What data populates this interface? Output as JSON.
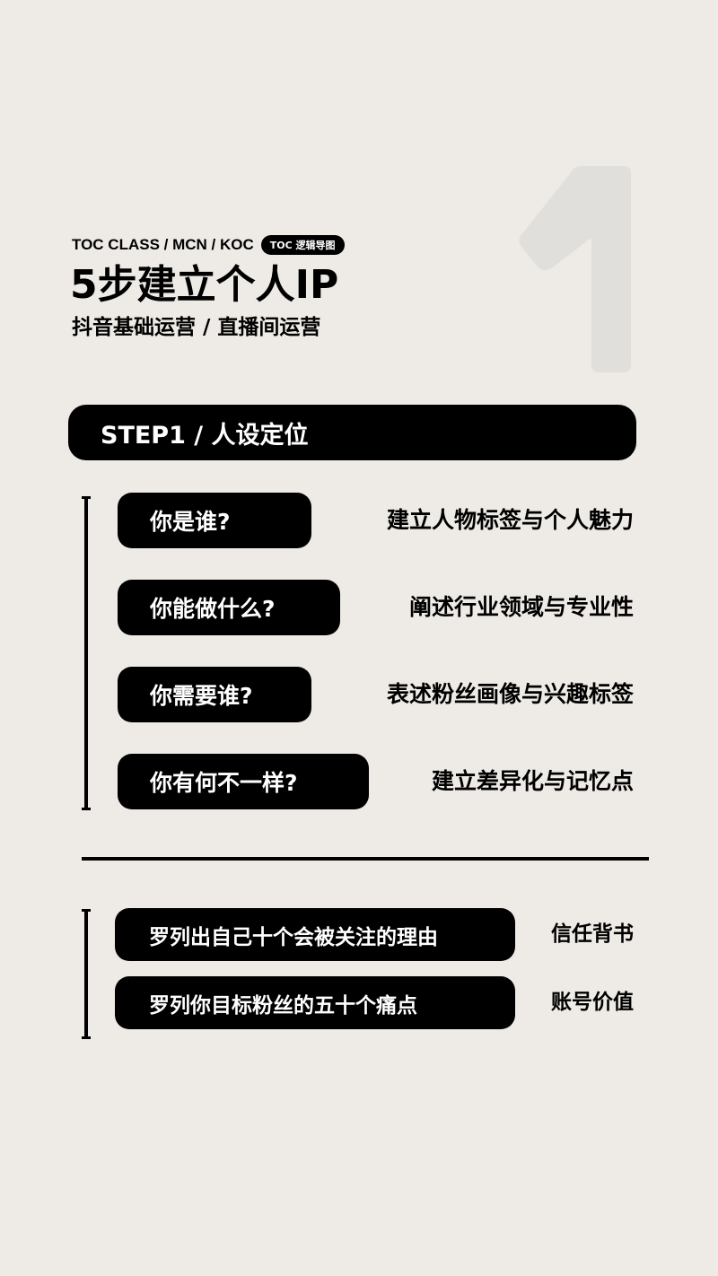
{
  "header": {
    "kicker": "TOC CLASS / MCN / KOC",
    "badge": "TOC 逻辑导图",
    "title": "5步建立个人IP",
    "subtitle": "抖音基础运营 / 直播间运营",
    "step_number": "1"
  },
  "step": {
    "label": "STEP1 / 人设定位"
  },
  "questions": [
    {
      "q": "你是谁?",
      "a": "建立人物标签与个人魅力"
    },
    {
      "q": "你能做什么?",
      "a": "阐述行业领域与专业性"
    },
    {
      "q": "你需要谁?",
      "a": "表述粉丝画像与兴趣标签"
    },
    {
      "q": "你有何不一样?",
      "a": "建立差异化与记忆点"
    }
  ],
  "tasks": [
    {
      "task": "罗列出自己十个会被关注的理由",
      "value": "信任背书"
    },
    {
      "task": "罗列你目标粉丝的五十个痛点",
      "value": "账号价值"
    }
  ],
  "colors": {
    "background": "#eeebe6",
    "accent": "#000000",
    "watermark": "#e0dfdc"
  }
}
